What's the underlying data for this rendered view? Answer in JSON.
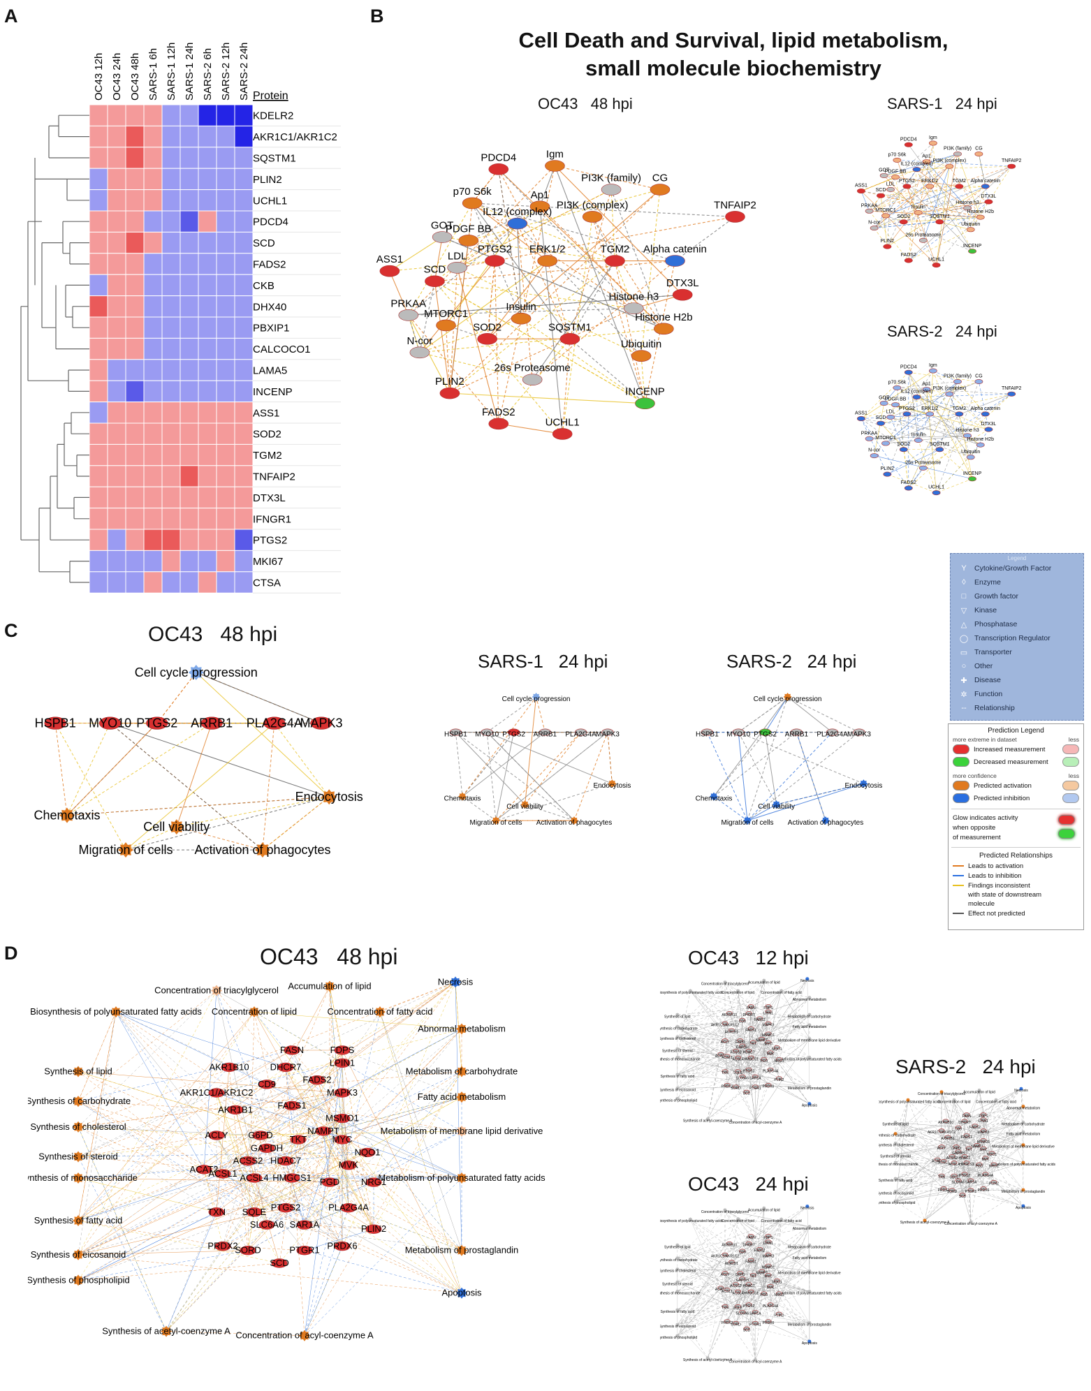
{
  "panel_labels": [
    "A",
    "B",
    "C",
    "D"
  ],
  "heatmap": {
    "columns": [
      "OC43 12h",
      "OC43 24h",
      "OC43 48h",
      "SARS-1 6h",
      "SARS-1 12h",
      "SARS-1 24h",
      "SARS-2 6h",
      "SARS-2 12h",
      "SARS-2 24h"
    ],
    "protein_header": "Protein",
    "rows": [
      "KDELR2",
      "AKR1C1/AKR1C2",
      "SQSTM1",
      "PLIN2",
      "UCHL1",
      "PDCD4",
      "SCD",
      "FADS2",
      "CKB",
      "DHX40",
      "PBXIP1",
      "CALCOCO1",
      "LAMA5",
      "INCENP",
      "ASS1",
      "SOD2",
      "TGM2",
      "TNFAIP2",
      "DTX3L",
      "IFNGR1",
      "PTGS2",
      "MKI67",
      "CTSA"
    ],
    "values": [
      [
        1,
        1,
        1,
        1,
        -1,
        -1,
        -3,
        -3,
        -3
      ],
      [
        1,
        1,
        2,
        1,
        -1,
        -1,
        -1,
        -1,
        -3
      ],
      [
        1,
        1,
        2,
        1,
        -1,
        -1,
        -1,
        -1,
        -1
      ],
      [
        -1,
        1,
        1,
        1,
        -1,
        -1,
        -1,
        -1,
        -1
      ],
      [
        -1,
        1,
        1,
        1,
        -1,
        -1,
        -1,
        -1,
        -1
      ],
      [
        1,
        1,
        1,
        -1,
        -1,
        -2,
        1,
        -1,
        -1
      ],
      [
        1,
        1,
        2,
        1,
        -1,
        -1,
        -1,
        -1,
        -1
      ],
      [
        1,
        1,
        1,
        -1,
        -1,
        -1,
        -1,
        -1,
        -1
      ],
      [
        -1,
        1,
        1,
        -1,
        -1,
        -1,
        -1,
        -1,
        -1
      ],
      [
        2,
        1,
        1,
        -1,
        -1,
        -1,
        -1,
        -1,
        -1
      ],
      [
        1,
        1,
        1,
        -1,
        -1,
        -1,
        -1,
        -1,
        -1
      ],
      [
        1,
        1,
        1,
        -1,
        -1,
        -1,
        -1,
        -1,
        -1
      ],
      [
        1,
        -1,
        -1,
        -1,
        -1,
        -1,
        -1,
        -1,
        -1
      ],
      [
        1,
        -1,
        -2,
        -1,
        -1,
        -1,
        -1,
        -1,
        -1
      ],
      [
        -1,
        1,
        1,
        1,
        1,
        1,
        1,
        1,
        1
      ],
      [
        1,
        1,
        1,
        1,
        1,
        1,
        1,
        1,
        1
      ],
      [
        1,
        1,
        1,
        1,
        1,
        1,
        1,
        1,
        1
      ],
      [
        1,
        1,
        1,
        1,
        1,
        2,
        1,
        1,
        1
      ],
      [
        1,
        1,
        1,
        1,
        1,
        1,
        1,
        1,
        1
      ],
      [
        1,
        1,
        1,
        1,
        1,
        1,
        1,
        1,
        1
      ],
      [
        1,
        -1,
        1,
        2,
        2,
        1,
        1,
        1,
        -2
      ],
      [
        -1,
        -1,
        -1,
        -1,
        1,
        -1,
        -1,
        1,
        -1
      ],
      [
        -1,
        -1,
        -1,
        1,
        -1,
        -1,
        1,
        -1,
        -1
      ]
    ]
  },
  "panel_b": {
    "title_line1": "Cell Death and Survival, lipid metabolism,",
    "title_line2": "small molecule biochemistry",
    "oc43_title": "OC43   48 hpi",
    "sars1_title": "SARS-1   24 hpi",
    "sars2_title": "SARS-2   24 hpi",
    "nodes": [
      "PDCD4",
      "Igm",
      "p70 S6k",
      "Ap1",
      "PI3K (family)",
      "CG",
      "IL12 (complex)",
      "PI3K (complex)",
      "TNFAIP2",
      "GOT",
      "PDGF BB",
      "ERK1/2",
      "TGM2",
      "Alpha catenin",
      "ASS1",
      "SCD",
      "LDL",
      "PTGS2",
      "DTX3L",
      "PRKAA",
      "Insulin",
      "Histone h3",
      "MTORC1",
      "SOD2",
      "SQSTM1",
      "Histone H2b",
      "N-cor",
      "Ubiquitin",
      "26s Proteasome",
      "PLIN2",
      "INCENP",
      "FADS2",
      "UCHL1"
    ],
    "colors": {
      "up": "#d93030",
      "down": "#2f6fd8",
      "green": "#3cc23c",
      "activation": "#e07a20",
      "gray": "#bbbbbb"
    }
  },
  "panel_c": {
    "oc43_title": "OC43   48 hpi",
    "sars1_title": "SARS-1   24 hpi",
    "sars2_title": "SARS-2   24 hpi",
    "hub": "Cell cycle progression",
    "genes": [
      "HSPB1",
      "MYO10",
      "PTGS2",
      "ARRB1",
      "PLA2G4A",
      "MAPK3"
    ],
    "functions": [
      "Chemotaxis",
      "Migration of cells",
      "Cell viability",
      "Activation of phagocytes",
      "Endocytosis"
    ]
  },
  "legend": {
    "header": "Legend",
    "items": [
      {
        "icon": "Y",
        "label": "Cytokine/Growth Factor"
      },
      {
        "icon": "◊",
        "label": "Enzyme"
      },
      {
        "icon": "□",
        "label": "Growth factor"
      },
      {
        "icon": "▽",
        "label": "Kinase"
      },
      {
        "icon": "△",
        "label": "Phosphatase"
      },
      {
        "icon": "◯",
        "label": "Transcription Regulator"
      },
      {
        "icon": "▭",
        "label": "Transporter"
      },
      {
        "icon": "○",
        "label": "Other"
      },
      {
        "icon": "✚",
        "label": "Disease"
      },
      {
        "icon": "✲",
        "label": "Function"
      },
      {
        "icon": "--",
        "label": "Relationship"
      }
    ]
  },
  "prediction_legend": {
    "title": "Prediction Legend",
    "extreme_label": "more extreme in dataset",
    "less": "less",
    "increased": "Increased measurement",
    "decreased": "Decreased measurement",
    "confidence_label": "more confidence",
    "pred_activation": "Predicted activation",
    "pred_inhibition": "Predicted inhibition",
    "glow1": "Glow indicates activity",
    "glow2": "when opposite",
    "glow3": "of measurement",
    "rel_title": "Predicted Relationships",
    "leads_activation": "Leads to activation",
    "leads_inhibition": "Leads to inhibition",
    "findings1": "Findings inconsistent",
    "findings2": "with state of downstream",
    "findings3": "molecule",
    "not_predicted": "Effect not predicted"
  },
  "panel_d": {
    "oc43_48_title": "OC43   48 hpi",
    "oc43_12_title": "OC43   12 hpi",
    "oc43_24_title": "OC43   24 hpi",
    "sars2_title": "SARS-2   24 hpi",
    "functions": [
      "Concentration of triacylglycerol",
      "Accumulation of lipid",
      "Necrosis",
      "Biosynthesis of polyunsaturated fatty acids",
      "Concentration of lipid",
      "Concentration of fatty acid",
      "Abnormal metabolism",
      "Synthesis of lipid",
      "Metabolism of carbohydrate",
      "Synthesis of carbohydrate",
      "Fatty acid metabolism",
      "Synthesis of cholesterol",
      "Metabolism of membrane lipid derivative",
      "Synthesis of steroid",
      "Synthesis of monosaccharide",
      "Metabolism of polyunsaturated fatty acids",
      "Synthesis of fatty acid",
      "Synthesis of eicosanoid",
      "Metabolism of prostaglandin",
      "Synthesis of phospholipid",
      "Apoptosis",
      "Synthesis of acetyl-coenzyme A",
      "Concentration of acyl-coenzyme A"
    ],
    "genes": [
      "FASN",
      "FDPS",
      "AKR1B10",
      "DHCR7",
      "LPIN1",
      "CD9",
      "FADS2",
      "AKR1C1/AKR1C2",
      "MAPK3",
      "FADS1",
      "AKR1B1",
      "MSMO1",
      "NAMPT",
      "ACLY",
      "G6PD",
      "TKT",
      "MYC",
      "GAPDH",
      "NQO1",
      "ACSS2",
      "HDAC7",
      "ACAT2",
      "ACSL1",
      "ACSL4",
      "HMGCS1",
      "MVK",
      "PGD",
      "NRG1",
      "TXN",
      "SQLE",
      "PTGS2",
      "PLA2G4A",
      "SLC6A6",
      "SAR1A",
      "PLIN2",
      "PRDX2",
      "SORD",
      "PTGR1",
      "PRDX6",
      "SCD"
    ]
  }
}
